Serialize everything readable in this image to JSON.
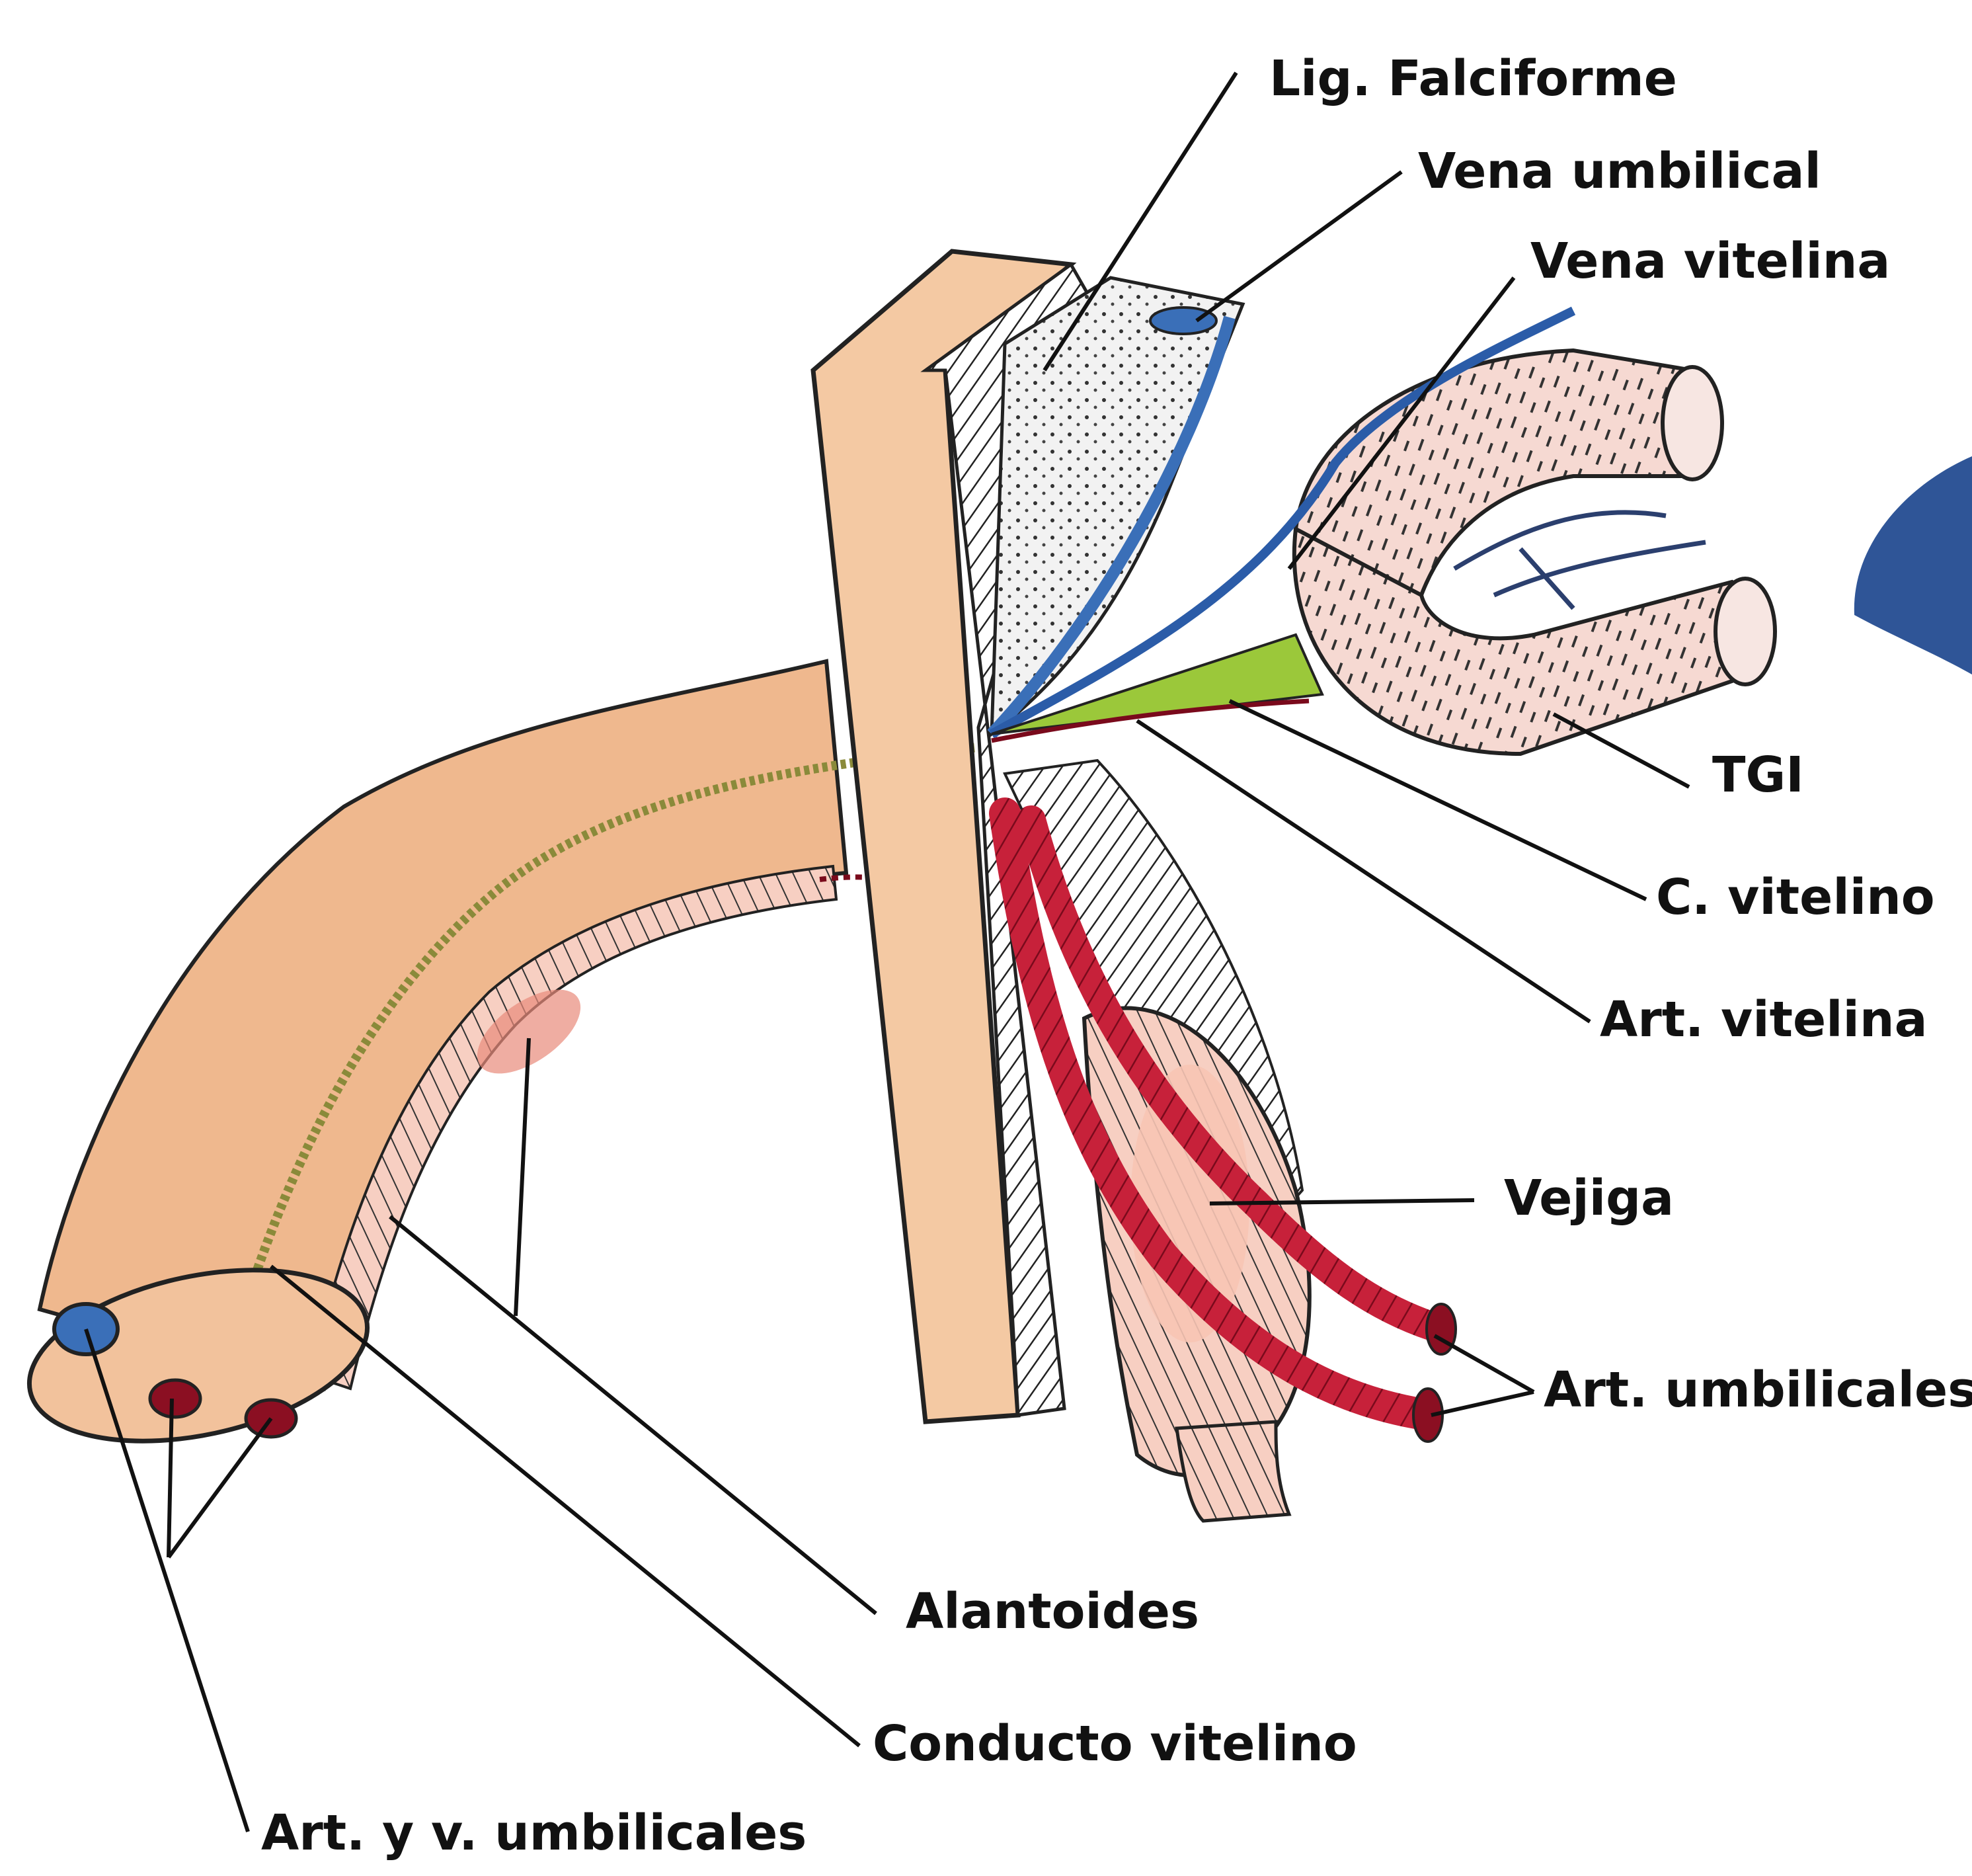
{
  "labels": {
    "lig_falciforme": "Lig. Falciforme",
    "vena_umbilical": "Vena umbilical",
    "vena_vitelina": "Vena vitelina",
    "tgi": "TGI",
    "c_vitelino": "C. vitelino",
    "art_vitelina": "Art. vitelina",
    "vejiga": "Vejiga",
    "art_umbilicales": "Art. umbilicales",
    "alantoides": "Alantoides",
    "conducto_vitelino": "Conducto vitelino",
    "art_y_v_umbilicales": "Art. y v. umbilicales"
  },
  "colors": {
    "cord": "#efb88e",
    "wall": "#f4c9a3",
    "artery": "#c7213a",
    "vein": "#3a6fb8",
    "yolk_duct": "#8a8a3a",
    "gut": "#f6d9d2",
    "green_tissue": "#9bc83a",
    "accent_shape": "#2f5597",
    "ink": "#111111"
  }
}
